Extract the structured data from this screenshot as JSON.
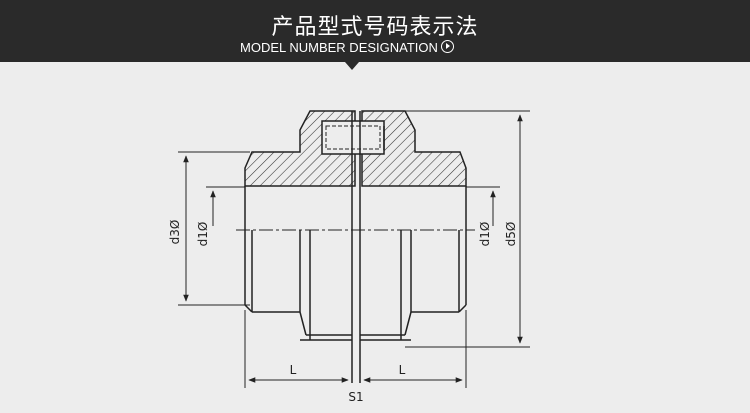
{
  "header": {
    "title": "产品型式号码表示法",
    "subtitle": "MODEL NUMBER DESIGNATION",
    "subtitle_icon": "play-circle-icon"
  },
  "diagram": {
    "labels": {
      "d3": "d3Ø",
      "d1_left": "d1Ø",
      "d1_right": "d1Ø",
      "d5": "d5Ø",
      "L_left": "L",
      "L_right": "L",
      "S1": "S1"
    }
  }
}
